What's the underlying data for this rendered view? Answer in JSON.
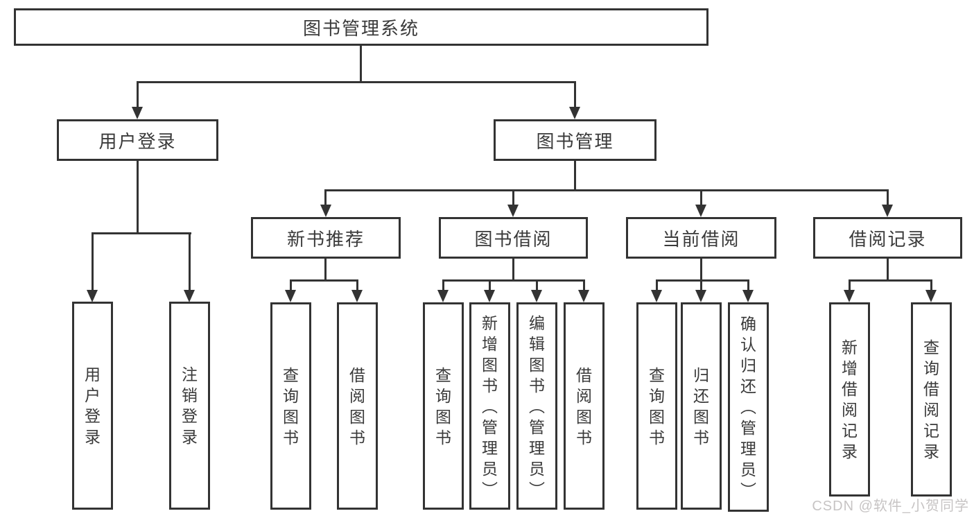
{
  "tree": {
    "label": "图书管理系统",
    "children": [
      {
        "label": "用户登录",
        "children": [
          {
            "label": "用户登录"
          },
          {
            "label": "注销登录"
          }
        ]
      },
      {
        "label": "图书管理",
        "children": [
          {
            "label": "新书推荐",
            "children": [
              {
                "label": "查询图书"
              },
              {
                "label": "借阅图书"
              }
            ]
          },
          {
            "label": "图书借阅",
            "children": [
              {
                "label": "查询图书"
              },
              {
                "label": "新增图书（管理员）"
              },
              {
                "label": "编辑图书（管理员）"
              },
              {
                "label": "借阅图书"
              }
            ]
          },
          {
            "label": "当前借阅",
            "children": [
              {
                "label": "查询图书"
              },
              {
                "label": "归还图书"
              },
              {
                "label": "确认归还（管理员）"
              }
            ]
          },
          {
            "label": "借阅记录",
            "children": [
              {
                "label": "新增借阅记录"
              },
              {
                "label": "查询借阅记录"
              }
            ]
          }
        ]
      }
    ]
  },
  "watermark": "CSDN @软件_小贺同学",
  "colors": {
    "line": "#333333",
    "text": "#3a3a3a",
    "watermark": "#c7c4c4",
    "background": "#ffffff"
  }
}
